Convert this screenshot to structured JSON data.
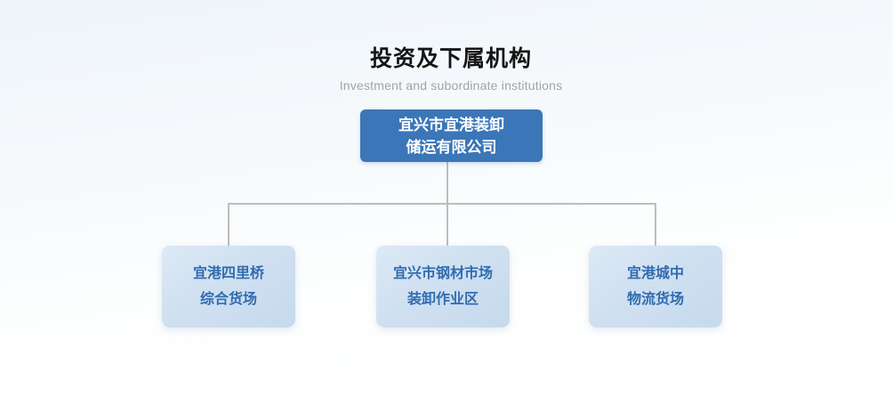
{
  "page": {
    "title": "投资及下属机构",
    "subtitle": "Investment and subordinate institutions"
  },
  "org_chart": {
    "root": {
      "label_line1": "宜兴市宜港装卸",
      "label_line2": "储运有限公司"
    },
    "children": [
      {
        "label_line1": "宜港四里桥",
        "label_line2": "综合货场"
      },
      {
        "label_line1": "宜兴市钢材市场",
        "label_line2": "装卸作业区"
      },
      {
        "label_line1": "宜港城中",
        "label_line2": "物流货场"
      }
    ]
  },
  "colors": {
    "root_box_bg": "#3b76b8",
    "root_box_text": "#ffffff",
    "child_box_bg_start": "#dde9f6",
    "child_box_bg_end": "#c6daee",
    "child_box_text": "#316cb0",
    "connector": "#bdbdbd"
  }
}
